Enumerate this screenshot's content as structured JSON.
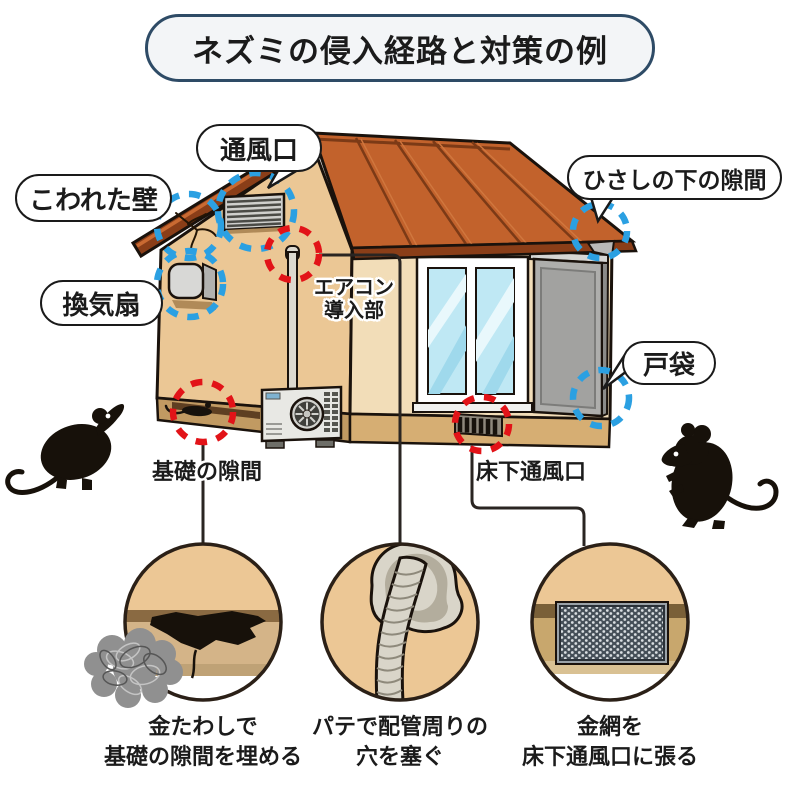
{
  "title": "ネズミの侵入経路と対策の例",
  "entry_points": {
    "vent": "通風口",
    "broken_wall": "こわれた壁",
    "exhaust_fan": "換気扇",
    "aircon_inlet_line1": "エアコン",
    "aircon_inlet_line2": "導入部",
    "eaves_gap": "ひさしの下の隙間",
    "door_pocket": "戸袋",
    "foundation_gap": "基礎の隙間",
    "underfloor_vent": "床下通風口"
  },
  "countermeasures": [
    {
      "line1": "金たわしで",
      "line2": "基礎の隙間を埋める"
    },
    {
      "line1": "パテで配管周りの",
      "line2": "穴を塞ぐ"
    },
    {
      "line1": "金網を",
      "line2": "床下通風口に張る"
    }
  ],
  "legend_colors": {
    "entry_marker_blue": "#2ba0e2",
    "entry_marker_red": "#e21318",
    "roof": "#c2622c",
    "roof_trim": "#8a3e18",
    "gable_wall": "#ebc795",
    "front_wall": "#f2ddb8",
    "foundation": "#c99f66",
    "title_border": "#2e4b66"
  },
  "icons": {
    "rat_left": "rat-silhouette",
    "rat_right": "rat-silhouette",
    "rat_in_gap": "rat-silhouette"
  }
}
